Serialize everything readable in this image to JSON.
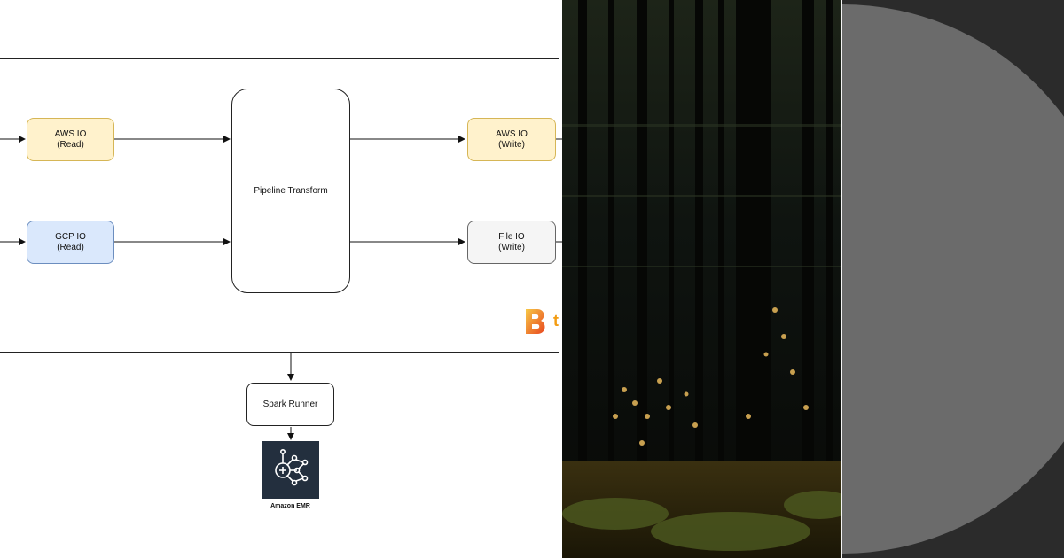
{
  "diagram": {
    "nodes": {
      "aws_read": {
        "line1": "AWS IO",
        "line2": "(Read)"
      },
      "gcp_read": {
        "line1": "GCP IO",
        "line2": "(Read)"
      },
      "transform": {
        "label": "Pipeline Transform"
      },
      "aws_write": {
        "line1": "AWS IO",
        "line2": "(Write)"
      },
      "file_write": {
        "line1": "File IO",
        "line2": "(Write)"
      },
      "runner": {
        "label": "Spark Runner"
      },
      "emr": {
        "label": "Amazon EMR",
        "icon": "amazon-emr-icon"
      }
    },
    "logo": {
      "glyph": "B",
      "tail": "t",
      "color": "#f39c12"
    }
  },
  "photo": {
    "subject": "forest-photo"
  },
  "disc": {
    "color": "#6b6b6b",
    "background": "#2b2b2b"
  }
}
